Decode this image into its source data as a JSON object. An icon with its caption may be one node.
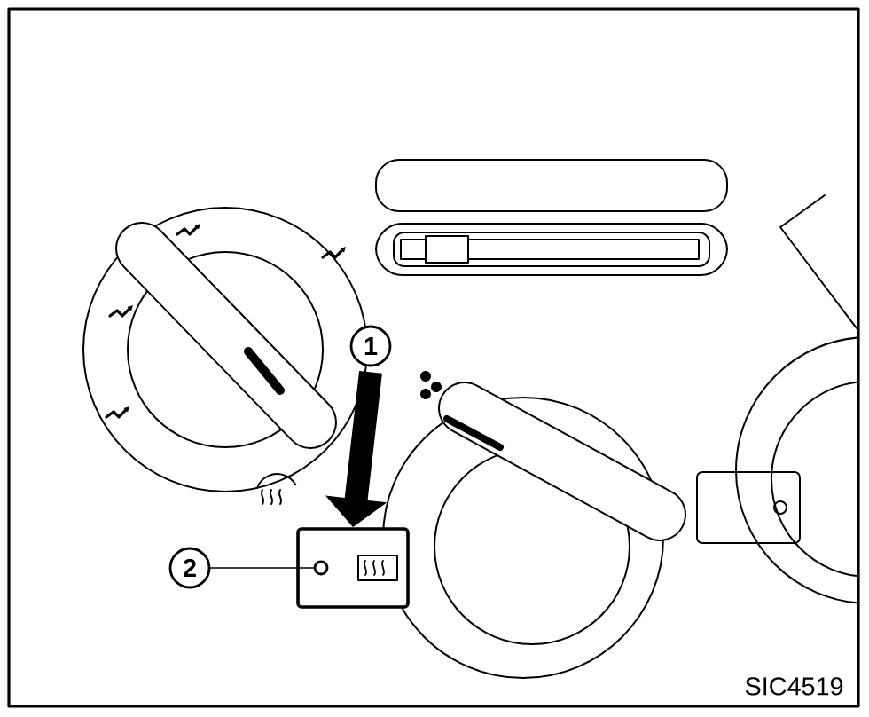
{
  "diagram": {
    "nodes": [
      {
        "text": [
          "1"
        ]
      },
      {
        "text": [
          "2"
        ]
      },
      {
        "text": [],
        "shape": "box"
      },
      {
        "text": [],
        "shape": "circle",
        "in": 2
      }
    ],
    "edges": [
      {
        "from": 0,
        "to": 2,
        "arrow": "to",
        "style": "thick"
      },
      {
        "from": 1,
        "to": 3,
        "arrow": "none"
      }
    ],
    "labels": [
      "SIC4519"
    ]
  }
}
